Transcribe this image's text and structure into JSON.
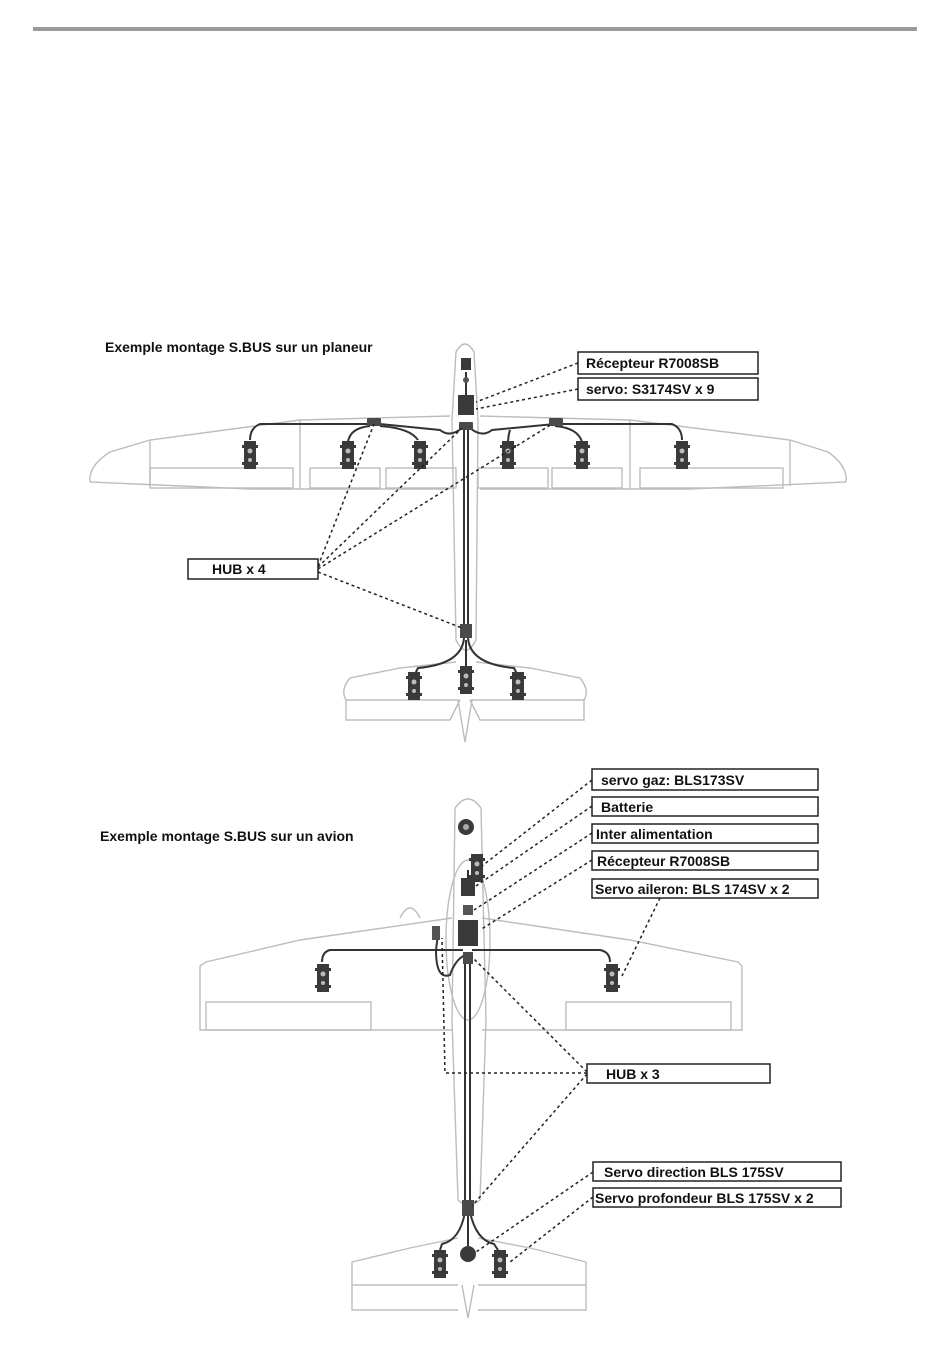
{
  "glider": {
    "caption": "Exemple montage S.BUS sur un planeur",
    "labels": {
      "receiver": "Récepteur R7008SB",
      "servos": "servo: S3174SV x 9",
      "hubs": "HUB x 4"
    }
  },
  "plane": {
    "caption": "Exemple montage S.BUS sur un avion",
    "labels": {
      "throttle": "servo gaz: BLS173SV",
      "battery": "Batterie",
      "switch": "Inter alimentation",
      "receiver": "Récepteur R7008SB",
      "aileron": "Servo aileron: BLS 174SV x 2",
      "hubs": "HUB x 3",
      "rudder": "Servo direction BLS 175SV",
      "elevator": "Servo profondeur BLS 175SV x 2"
    }
  },
  "colors": {
    "rule": "#9a9a9a",
    "outline": "#bdbdbd",
    "wire": "#333333",
    "leader": "#222222",
    "component": "#3a3a3a"
  }
}
